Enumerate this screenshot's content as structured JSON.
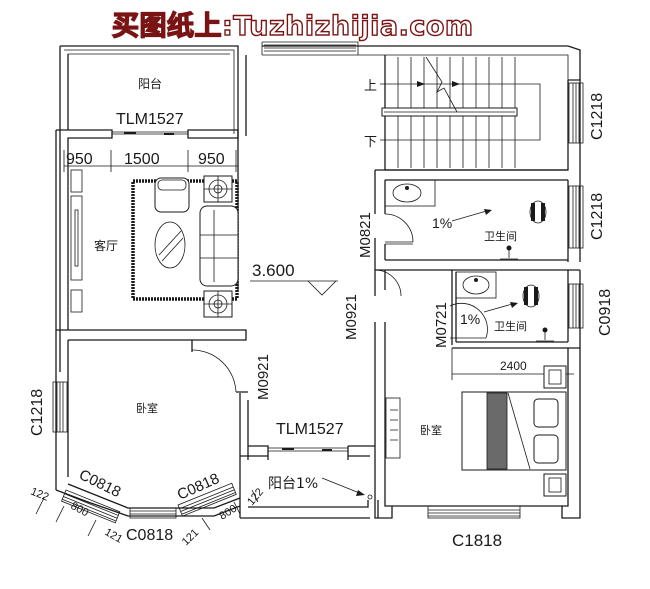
{
  "watermark": "买图纸上:Tuzhizhijia.com",
  "floor": {
    "elevation": "3.600",
    "rooms": {
      "balcony_top": "阳台",
      "living_room": "客厅",
      "bedroom_left": "卧室",
      "bedroom_right": "卧室",
      "bathroom_upper": "卫生间",
      "bathroom_lower": "卫生间",
      "balcony_bottom": "阳台1%"
    },
    "stairs": {
      "up": "上",
      "down": "下"
    },
    "slopes": {
      "bathroom_upper": "1%",
      "bathroom_lower": "1%"
    },
    "doors": {
      "balcony_top_slider": "TLM1527",
      "balcony_bottom_slider": "TLM1527",
      "bathroom_upper": "M0821",
      "corridor": "M0921",
      "bedroom_left": "M0921",
      "bathroom_lower": "M0721"
    },
    "windows": {
      "stair": "C1218",
      "bathroom_upper": "C1218",
      "bathroom_lower": "C0918",
      "bedroom_left_side": "C1218",
      "bay_left": "C0818",
      "bay_center": "C0818",
      "bay_right": "C0818",
      "bedroom_right": "C1818"
    },
    "dimensions": {
      "living_top": [
        "950",
        "1500",
        "950"
      ],
      "bed_width": "2400",
      "bay_left": [
        "122",
        "800",
        "121"
      ],
      "bay_right": [
        "121",
        "800",
        "122"
      ]
    }
  },
  "colors": {
    "line": "#1a1a1a",
    "watermark": "#7a1414"
  }
}
